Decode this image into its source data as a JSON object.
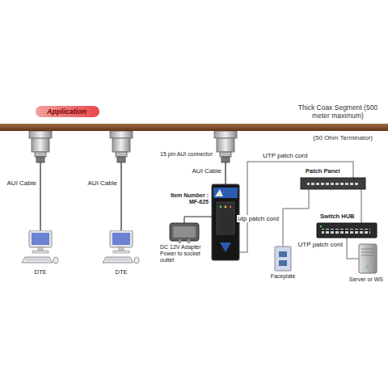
{
  "diagram": {
    "title": "Application",
    "nodes": [
      {
        "text": [
          "Thick Coax Segment (500 meter maximum)"
        ]
      },
      {
        "text": [
          "DTE"
        ]
      },
      {
        "text": [
          "DTE"
        ]
      },
      {
        "text": [
          "Item Number : MF-625"
        ]
      },
      {
        "text": [
          "DC 12V Adapter Power to socket outlet"
        ]
      },
      {
        "text": [
          "Patch Panel"
        ]
      },
      {
        "text": [
          "Switch HUB"
        ]
      },
      {
        "text": [
          "Faceplate"
        ]
      },
      {
        "text": [
          "Server or WS"
        ]
      }
    ],
    "edges": [
      {
        "from": 0,
        "to": 1,
        "arrow": "none",
        "label": "AUI Cable"
      },
      {
        "from": 0,
        "to": 2,
        "arrow": "none",
        "label": "AUI Cable"
      },
      {
        "from": 0,
        "to": 3,
        "arrow": "none",
        "label": "AUI Cable"
      },
      {
        "from": 4,
        "to": 3,
        "arrow": "none"
      },
      {
        "from": 3,
        "to": 5,
        "arrow": "none",
        "label": "UTP patch cord"
      },
      {
        "from": 5,
        "to": 6,
        "arrow": "none"
      },
      {
        "from": 5,
        "to": 7,
        "arrow": "none",
        "label": "utp patch cord"
      },
      {
        "from": 6,
        "to": 8,
        "arrow": "none",
        "label": "UTP patch cord"
      }
    ],
    "labels": [
      "15 pin AUI connector",
      "(50 Ohm Terminator)"
    ]
  }
}
